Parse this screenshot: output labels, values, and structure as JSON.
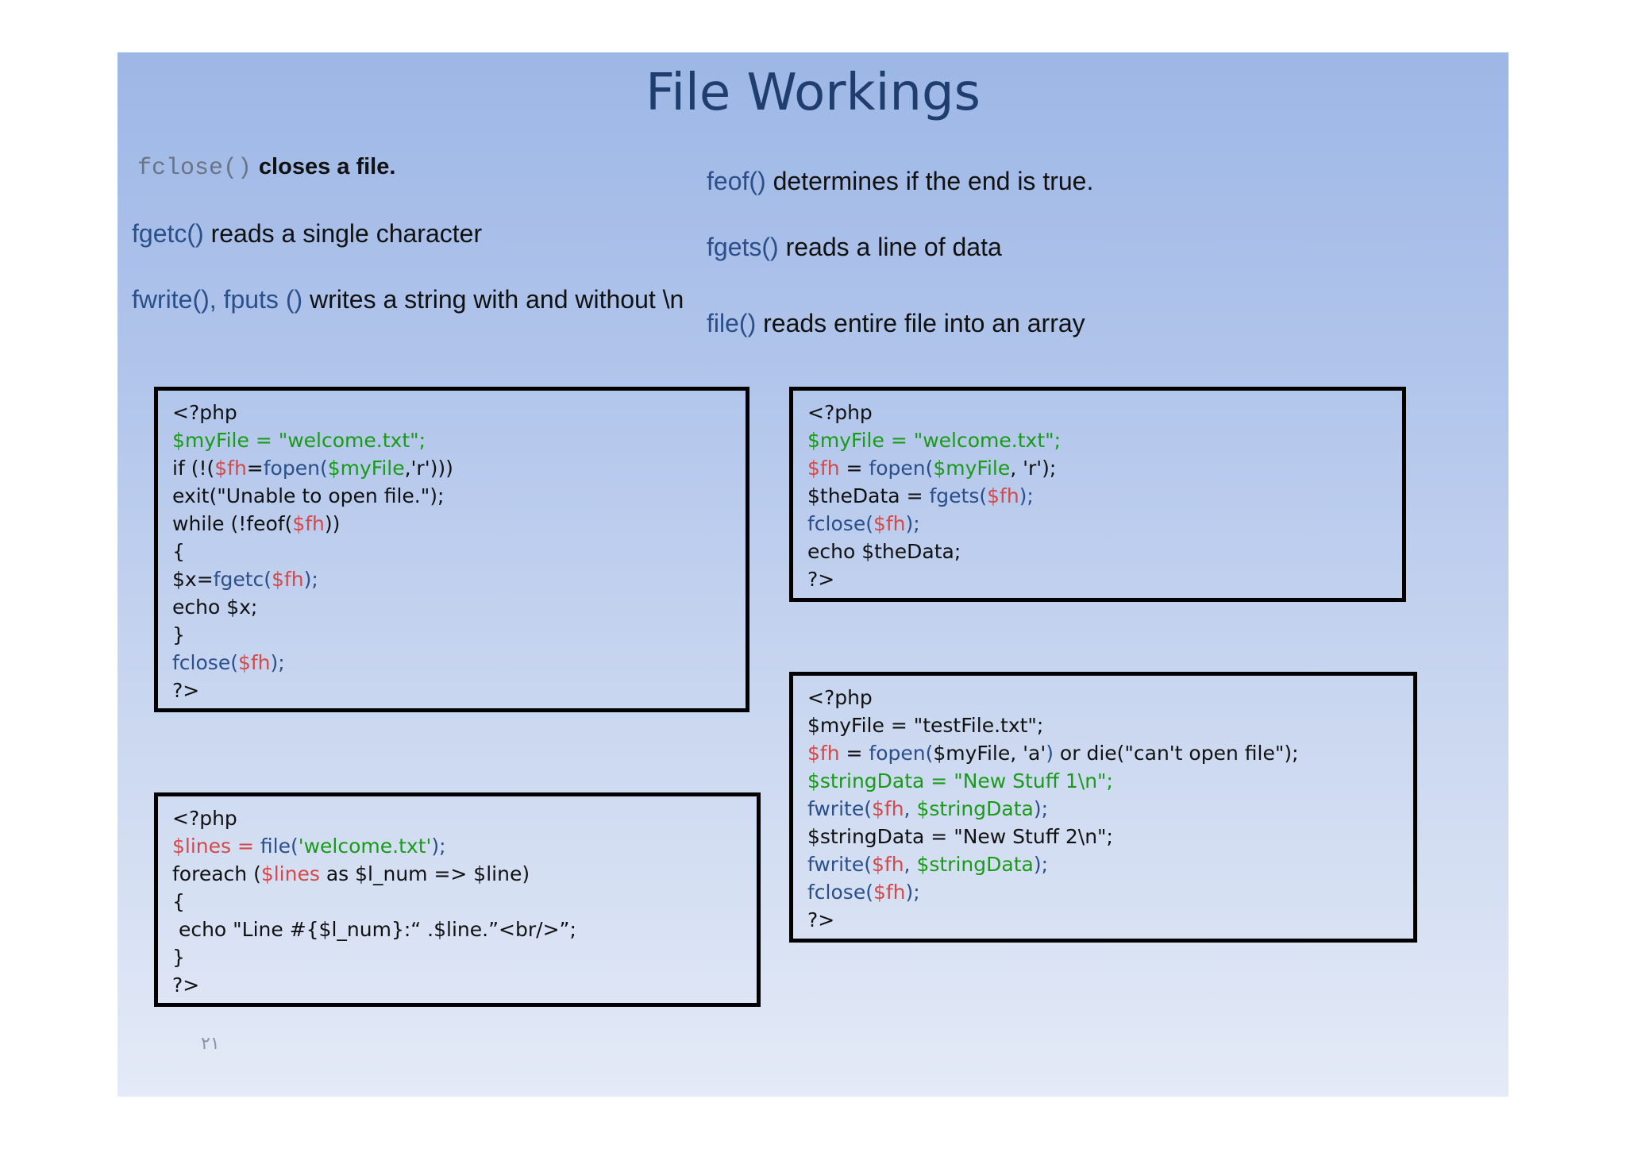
{
  "title": "File Workings",
  "left_desc": [
    {
      "fn": "fclose()",
      "text": "closes a file."
    },
    {
      "fn": "fgetc()",
      "text": "reads a single character"
    },
    {
      "fn": "fwrite(), fputs ()",
      "text": "writes a string with and without \\n"
    }
  ],
  "right_desc": [
    {
      "fn": "feof()",
      "text": "determines if the end is true."
    },
    {
      "fn": "fgets()",
      "text": "reads a line of data"
    },
    {
      "fn": "file()",
      "text": "reads entire file into an array"
    }
  ],
  "code_blocks": {
    "fgetc_example": [
      [
        {
          "t": "<?php",
          "c": "k"
        }
      ],
      [
        {
          "t": "$myFile = \"welcome.txt\";",
          "c": "g"
        }
      ],
      [
        {
          "t": "if (!(",
          "c": "k"
        },
        {
          "t": "$fh",
          "c": "r"
        },
        {
          "t": "=",
          "c": "k"
        },
        {
          "t": "fopen(",
          "c": "b"
        },
        {
          "t": "$myFile",
          "c": "g"
        },
        {
          "t": ",'r')))",
          "c": "k"
        }
      ],
      [
        {
          "t": "exit(\"Unable to open file.\");",
          "c": "k"
        }
      ],
      [
        {
          "t": "while (!feof(",
          "c": "k"
        },
        {
          "t": "$fh",
          "c": "r"
        },
        {
          "t": "))",
          "c": "k"
        }
      ],
      [
        {
          "t": "{",
          "c": "k"
        }
      ],
      [
        {
          "t": "$x=",
          "c": "k"
        },
        {
          "t": "fgetc(",
          "c": "b"
        },
        {
          "t": "$fh",
          "c": "r"
        },
        {
          "t": ");",
          "c": "b"
        }
      ],
      [
        {
          "t": "echo $x;",
          "c": "k"
        }
      ],
      [
        {
          "t": "}",
          "c": "k"
        }
      ],
      [
        {
          "t": "fclose(",
          "c": "b"
        },
        {
          "t": "$fh",
          "c": "r"
        },
        {
          "t": ");",
          "c": "b"
        }
      ],
      [
        {
          "t": "?>",
          "c": "k"
        }
      ]
    ],
    "fgets_example": [
      [
        {
          "t": "<?php",
          "c": "k"
        }
      ],
      [
        {
          "t": "$myFile = \"welcome.txt\";",
          "c": "g"
        }
      ],
      [
        {
          "t": "$fh",
          "c": "r"
        },
        {
          "t": " = ",
          "c": "k"
        },
        {
          "t": "fopen(",
          "c": "b"
        },
        {
          "t": "$myFile",
          "c": "g"
        },
        {
          "t": ", 'r');",
          "c": "k"
        }
      ],
      [
        {
          "t": "$theData = ",
          "c": "k"
        },
        {
          "t": "fgets(",
          "c": "b"
        },
        {
          "t": "$fh",
          "c": "r"
        },
        {
          "t": ");",
          "c": "b"
        }
      ],
      [
        {
          "t": "fclose(",
          "c": "b"
        },
        {
          "t": "$fh",
          "c": "r"
        },
        {
          "t": ");",
          "c": "b"
        }
      ],
      [
        {
          "t": "echo $theData;",
          "c": "k"
        }
      ],
      [
        {
          "t": "?>",
          "c": "k"
        }
      ]
    ],
    "file_example": [
      [
        {
          "t": "<?php",
          "c": "k"
        }
      ],
      [
        {
          "t": "$lines",
          "c": "r"
        },
        {
          "t": " = ",
          "c": "r"
        },
        {
          "t": "file(",
          "c": "b"
        },
        {
          "t": "'welcome.txt'",
          "c": "g"
        },
        {
          "t": ");",
          "c": "b"
        }
      ],
      [
        {
          "t": "foreach (",
          "c": "k"
        },
        {
          "t": "$lines",
          "c": "r"
        },
        {
          "t": " as $l_num => $line)",
          "c": "k"
        }
      ],
      [
        {
          "t": "{",
          "c": "k"
        }
      ],
      [
        {
          "t": " echo \"Line #{$l_num}:“ .$line.”<br/>”;",
          "c": "k"
        }
      ],
      [
        {
          "t": "}",
          "c": "k"
        }
      ],
      [
        {
          "t": "?>",
          "c": "k"
        }
      ]
    ],
    "fwrite_example": [
      [
        {
          "t": "<?php",
          "c": "k"
        }
      ],
      [
        {
          "t": "$myFile = \"testFile.txt\";",
          "c": "k"
        }
      ],
      [
        {
          "t": "$fh",
          "c": "r"
        },
        {
          "t": " = ",
          "c": "k"
        },
        {
          "t": "fopen(",
          "c": "b"
        },
        {
          "t": "$myFile, 'a'",
          "c": "k"
        },
        {
          "t": ")",
          "c": "b"
        },
        {
          "t": " or die(\"can't open file\");",
          "c": "k"
        }
      ],
      [
        {
          "t": "$stringData = \"New Stuff 1\\n\";",
          "c": "g"
        }
      ],
      [
        {
          "t": "fwrite(",
          "c": "b"
        },
        {
          "t": "$fh",
          "c": "r"
        },
        {
          "t": ", ",
          "c": "b"
        },
        {
          "t": "$stringData",
          "c": "g"
        },
        {
          "t": ");",
          "c": "b"
        }
      ],
      [
        {
          "t": "$stringData = \"New Stuff 2\\n\";",
          "c": "k"
        }
      ],
      [
        {
          "t": "fwrite(",
          "c": "b"
        },
        {
          "t": "$fh",
          "c": "r"
        },
        {
          "t": ", ",
          "c": "b"
        },
        {
          "t": "$stringData",
          "c": "g"
        },
        {
          "t": ");",
          "c": "b"
        }
      ],
      [
        {
          "t": "fclose(",
          "c": "b"
        },
        {
          "t": "$fh",
          "c": "r"
        },
        {
          "t": ");",
          "c": "b"
        }
      ],
      [
        {
          "t": "?>",
          "c": "k"
        }
      ]
    ]
  },
  "page_number": "٢١"
}
